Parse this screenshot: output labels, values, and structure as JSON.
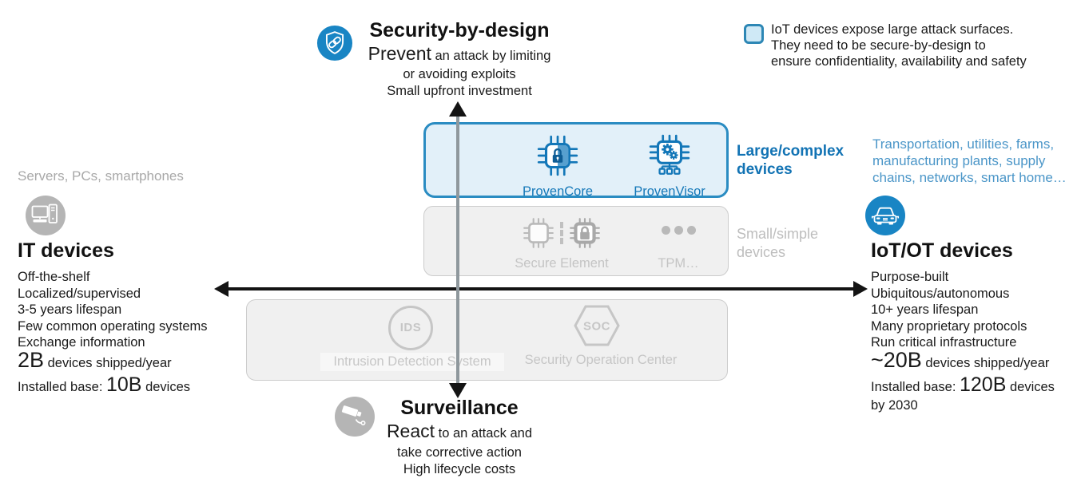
{
  "colors": {
    "accent_blue": "#1377b8",
    "dark_blue_label": "#1273b4",
    "light_blue_text": "#4b96c8",
    "blue_box_fill": "#e2f0f9",
    "blue_box_border": "#2a8cc2",
    "icon_circle_blue": "#1985c4",
    "gray_box_fill": "#f0f0f0",
    "gray_label_text": "#c4c4c4",
    "icon_circle_gray": "#b5b5b5",
    "axis_black": "#141414"
  },
  "top_section": {
    "title": "Security-by-design",
    "lead": "Prevent",
    "lead_rest": " an attack by limiting",
    "line2": "or avoiding exploits",
    "line3": "Small upfront investment"
  },
  "note_box": {
    "text": "IoT devices expose large attack surfaces.\nThey need to be secure-by-design to\nensure confidentiality, availability and safety"
  },
  "blue_box": {
    "products": [
      {
        "name": "ProvenCore"
      },
      {
        "name": "ProvenVisor"
      }
    ],
    "side_label": "Large/complex\ndevices"
  },
  "gray_box": {
    "item1_label": "Secure Element",
    "item2_label": "TPM…",
    "side_label": "Small/simple\ndevices"
  },
  "surveillance_box": {
    "ids_abbr": "IDS",
    "ids_label": "Intrusion Detection System",
    "soc_abbr": "SOC",
    "soc_label": "Security Operation Center"
  },
  "left_column": {
    "caption": "Servers, PCs, smartphones",
    "title": "IT devices",
    "traits": [
      "Off-the-shelf",
      "Localized/supervised",
      "3-5 years lifespan",
      "Few common operating systems",
      "Exchange information"
    ],
    "shipped_value": "2B",
    "shipped_label": " devices shipped/year",
    "installed_prefix": "Installed base: ",
    "installed_value": "10B",
    "installed_suffix": " devices"
  },
  "right_column": {
    "caption": "Transportation, utilities, farms,\nmanufacturing plants, supply\nchains, networks, smart home…",
    "title": "IoT/OT devices",
    "traits": [
      "Purpose-built",
      "Ubiquitous/autonomous",
      "10+ years lifespan",
      "Many proprietary protocols",
      "Run critical infrastructure"
    ],
    "shipped_value": "~20B",
    "shipped_label": " devices shipped/year",
    "installed_prefix": "Installed base: ",
    "installed_value": "120B",
    "installed_suffix": " devices",
    "installed_note": "by 2030"
  },
  "bottom_section": {
    "title": "Surveillance",
    "lead": "React",
    "lead_rest": " to an attack and",
    "line2": "take corrective action",
    "line3": "High lifecycle costs"
  }
}
